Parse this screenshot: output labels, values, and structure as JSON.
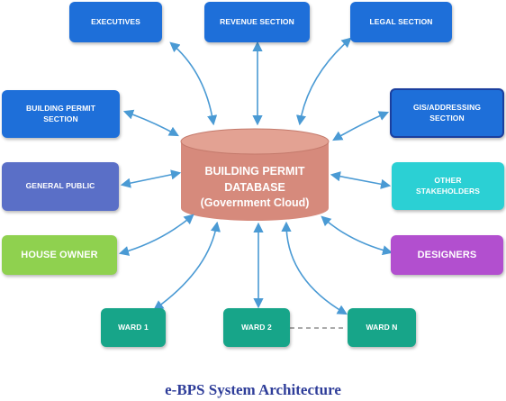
{
  "colors": {
    "blue": "#1e6fd9",
    "blue_border": "#1b3f9e",
    "purple_blue": "#5a6fc7",
    "green": "#8fd14f",
    "teal": "#17a589",
    "cyan": "#2bd0d4",
    "purple": "#b24fcf",
    "cylinder": "#d68a7c",
    "cylinder_top": "#e3a293",
    "arrow": "#4a9ad4",
    "caption": "#2e3d99"
  },
  "center": {
    "label": "BUILDING PERMIT\nDATABASE\n(Government Cloud)"
  },
  "nodes": [
    {
      "id": "executives",
      "label": "EXECUTIVES"
    },
    {
      "id": "revenue",
      "label": "REVENUE SECTION"
    },
    {
      "id": "legal",
      "label": "LEGAL SECTION"
    },
    {
      "id": "building-permit",
      "label": "BUILDING PERMIT\nSECTION"
    },
    {
      "id": "gis",
      "label": "GIS/ADDRESSING\nSECTION"
    },
    {
      "id": "general-public",
      "label": "GENERAL PUBLIC"
    },
    {
      "id": "other-stakeholders",
      "label": "OTHER\nSTAKEHOLDERS"
    },
    {
      "id": "house-owner",
      "label": "HOUSE OWNER"
    },
    {
      "id": "designers",
      "label": "DESIGNERS"
    },
    {
      "id": "ward-1",
      "label": "WARD 1"
    },
    {
      "id": "ward-2",
      "label": "WARD 2"
    },
    {
      "id": "ward-n",
      "label": "WARD N"
    }
  ],
  "caption": "e-BPS System Architecture"
}
